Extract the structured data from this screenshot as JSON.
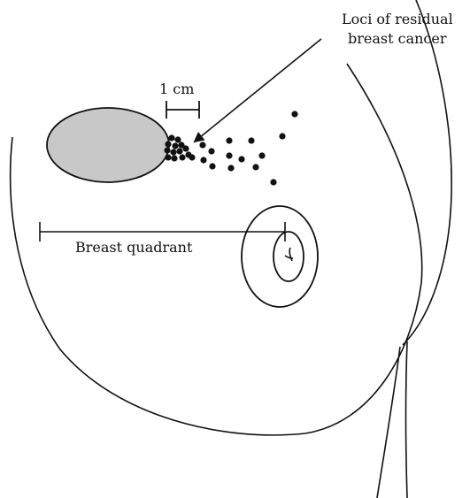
{
  "labels": {
    "loci_line1": "Loci of residual",
    "loci_line2": "breast cancer",
    "scale": "1 cm",
    "quadrant": "Breast quadrant"
  },
  "colors": {
    "stroke": "#111111",
    "tumor_fill": "#c8c8c8",
    "background": "#ffffff"
  }
}
